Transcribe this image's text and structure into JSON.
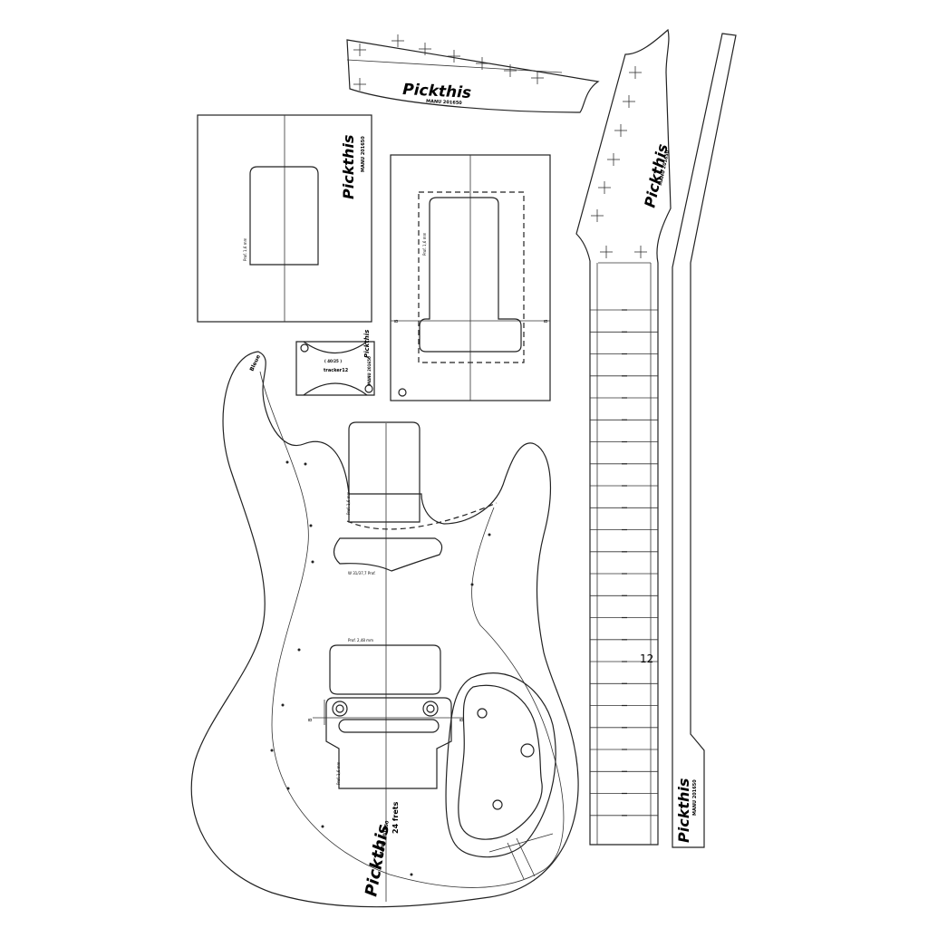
{
  "brand": {
    "logo": "Pickthis",
    "sub_body": "MANU 201650",
    "sub_neck": "MANU 201650",
    "sub_head": "MANU 201650",
    "sub_back": "MANU 201650"
  },
  "body": {
    "frets_label": "24 frets",
    "horn_label": "Bleue",
    "neck_pocket_label": "Prof. 1,6 mm",
    "neck_pickup_label": "W 31/37,7 Prof.",
    "bridge_pickup_label": "Prof. 2,48 mm",
    "bridge_label": "Prof. 1,6 mm"
  },
  "templates": {
    "pocket_label": "Prof. 1,6 mm",
    "route_label": "Prof. 1,6 mm",
    "gauge_label": "tracker12",
    "gauge_small": "( 40/25 )"
  },
  "neck": {
    "fret_marker": "12",
    "fret_count": 24
  }
}
